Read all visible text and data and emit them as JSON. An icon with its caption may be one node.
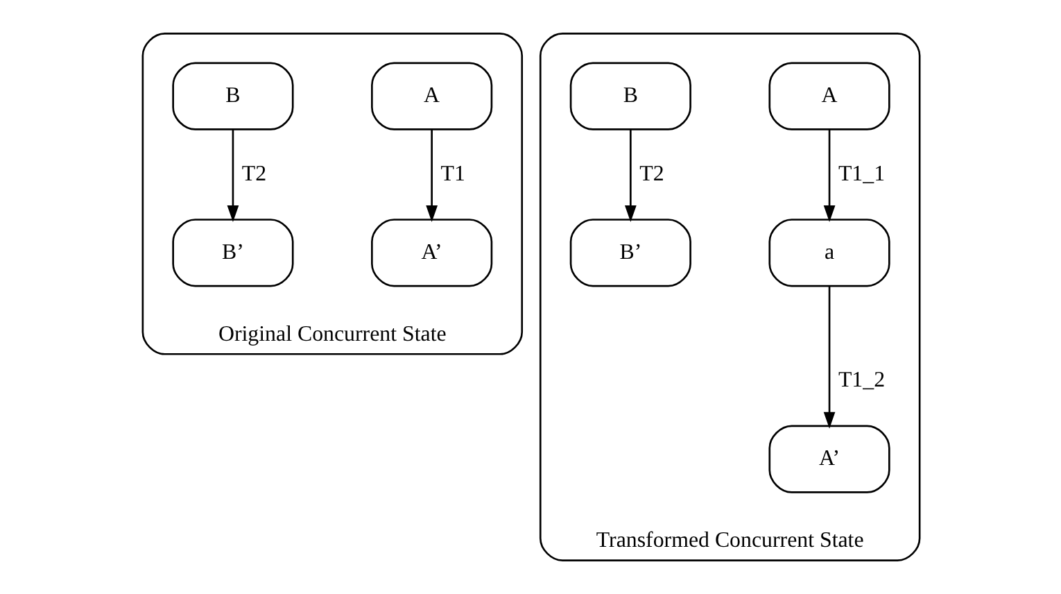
{
  "diagram": {
    "nodes": [
      {
        "text": [
          "Original Concurrent State"
        ]
      },
      {
        "text": [
          "A"
        ],
        "in": 0
      },
      {
        "text": [
          "A’"
        ],
        "in": 0
      },
      {
        "text": [
          "B"
        ],
        "in": 0
      },
      {
        "text": [
          "B’"
        ],
        "in": 0
      },
      {
        "text": [
          "Transformed Concurrent State"
        ]
      },
      {
        "text": [
          "A"
        ],
        "in": 5
      },
      {
        "text": [
          "a"
        ],
        "in": 5
      },
      {
        "text": [
          "A’"
        ],
        "in": 5
      },
      {
        "text": [
          "B"
        ],
        "in": 5
      },
      {
        "text": [
          "B’"
        ],
        "in": 5
      }
    ],
    "edges": [
      {
        "from": 1,
        "to": 2,
        "arrow": "to",
        "label": "T1"
      },
      {
        "from": 3,
        "to": 4,
        "arrow": "to",
        "label": "T2"
      },
      {
        "from": 6,
        "to": 7,
        "arrow": "to",
        "label": "T1_1"
      },
      {
        "from": 7,
        "to": 8,
        "arrow": "to",
        "label": "T1_2"
      },
      {
        "from": 9,
        "to": 10,
        "arrow": "to",
        "label": "T2"
      }
    ]
  }
}
